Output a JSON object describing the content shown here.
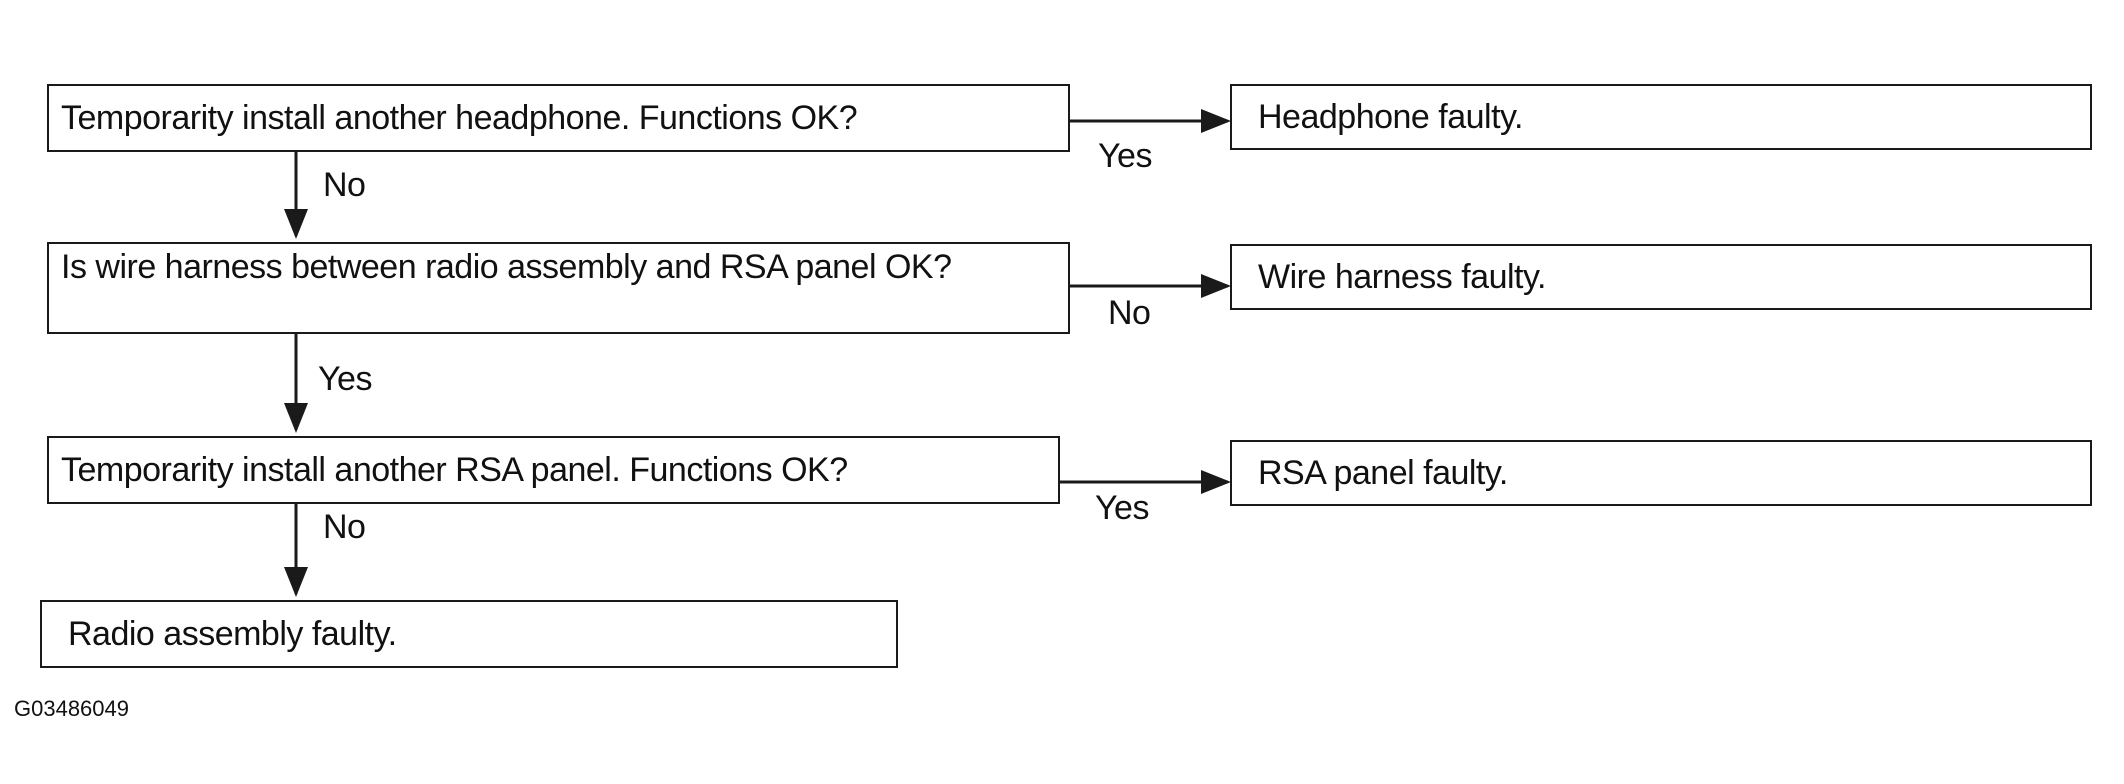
{
  "nodes": {
    "q1": "Temporarity install another headphone. Functions OK?",
    "r1": "Headphone faulty.",
    "q2": "Is wire harness between radio assembly and RSA panel OK?",
    "r2": "Wire harness faulty.",
    "q3": "Temporarity install another RSA panel. Functions OK?",
    "r3": "RSA panel faulty.",
    "r4": "Radio assembly faulty."
  },
  "edges": {
    "q1_to_r1": "Yes",
    "q1_to_q2": "No",
    "q2_to_r2": "No",
    "q2_to_q3": "Yes",
    "q3_to_r3": "Yes",
    "q3_to_r4": "No"
  },
  "figure_id": "G03486049",
  "colors": {
    "line": "#1a1a1a",
    "text": "#111111",
    "background": "#ffffff"
  }
}
